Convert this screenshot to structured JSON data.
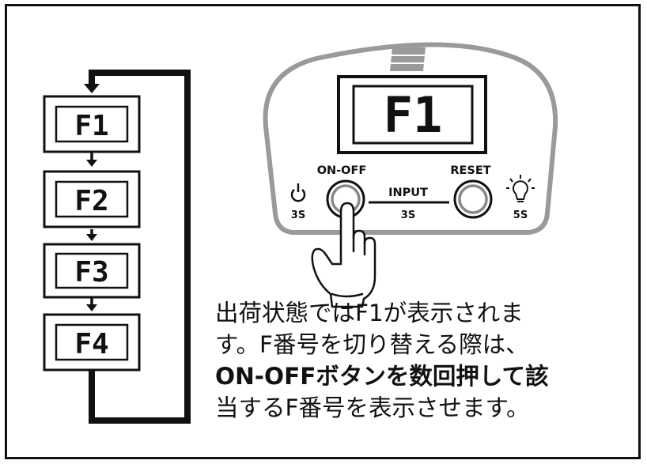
{
  "flow": {
    "displays": [
      "F1",
      "F2",
      "F3",
      "F4"
    ]
  },
  "device": {
    "screen": "F1",
    "power_button_label": "ON-OFF",
    "power_hold": "3S",
    "input_label": "INPUT",
    "input_hold": "3S",
    "reset_label": "RESET",
    "reset_hold": "5S",
    "icons": {
      "power": "power-icon",
      "light": "light-bulb-icon",
      "hand": "pointing-hand-icon"
    }
  },
  "description": {
    "line1": "出荷状態ではF1が表示されま",
    "line2": "す。F番号を切り替える際は、",
    "line3": "ON-OFFボタンを数回押して該",
    "line4": "当するF番号を表示させます。"
  },
  "colors": {
    "line": "#111111",
    "device_outline": "#9a9a9a",
    "button_ring": "#888888"
  }
}
